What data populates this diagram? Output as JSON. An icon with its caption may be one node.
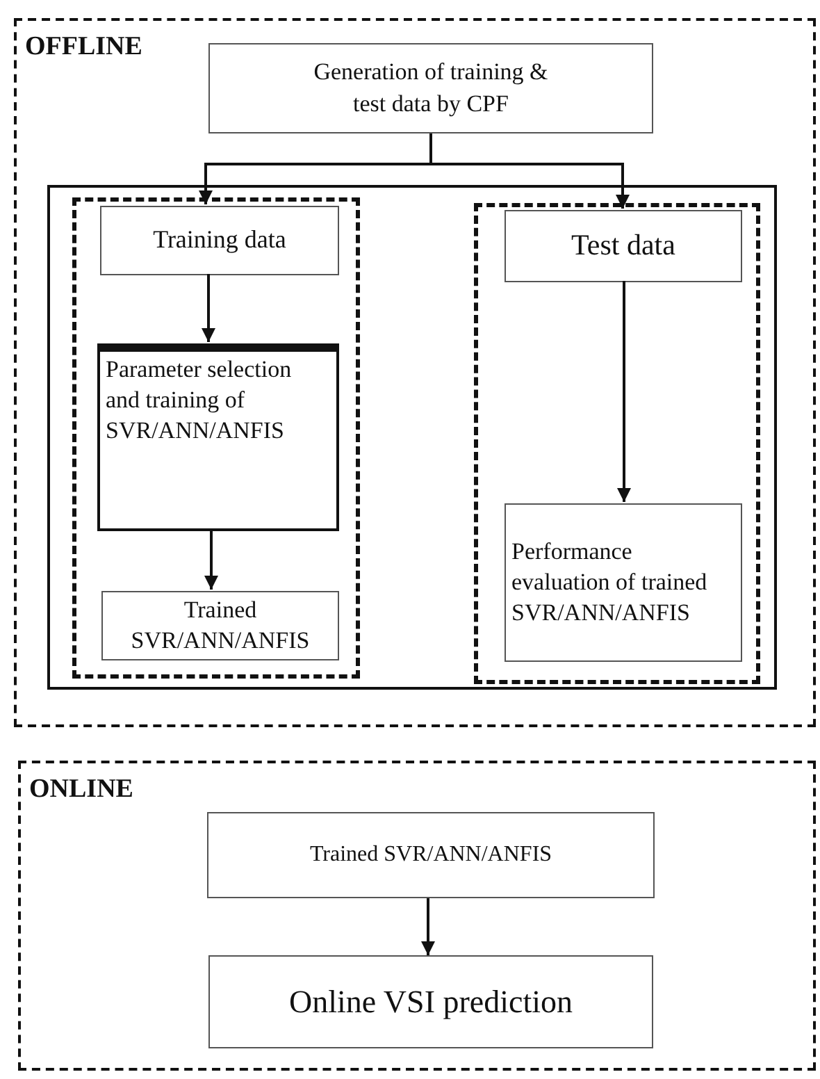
{
  "diagram": {
    "nodes": [
      {
        "text": [
          "OFFLINE"
        ]
      },
      {
        "text": [
          "Generation of training & test data by CPF"
        ],
        "in": 0
      },
      {
        "text": [],
        "shape": "box",
        "in": 0
      },
      {
        "text": [],
        "shape": "box",
        "in": 2
      },
      {
        "text": [
          "Training data"
        ],
        "in": 3
      },
      {
        "text": [
          "Parameter selection and training of SVR/ANN/ANFIS"
        ],
        "in": 3
      },
      {
        "text": [
          "Trained SVR/ANN/ANFIS"
        ],
        "in": 3
      },
      {
        "text": [],
        "shape": "box",
        "in": 2
      },
      {
        "text": [
          "Test data"
        ],
        "in": 7
      },
      {
        "text": [
          "Performance evaluation of trained SVR/ANN/ANFIS"
        ],
        "in": 7
      },
      {
        "text": [
          "ONLINE"
        ]
      },
      {
        "text": [
          "Trained SVR/ANN/ANFIS"
        ],
        "in": 10
      },
      {
        "text": [
          "Online VSI prediction"
        ],
        "in": 10
      }
    ],
    "edges": [
      {
        "from": 1,
        "to": 4,
        "arrow": "to"
      },
      {
        "from": 1,
        "to": 8,
        "arrow": "to"
      },
      {
        "from": 4,
        "to": 5,
        "arrow": "to"
      },
      {
        "from": 5,
        "to": 6,
        "arrow": "to"
      },
      {
        "from": 8,
        "to": 9,
        "arrow": "to"
      },
      {
        "from": 11,
        "to": 12,
        "arrow": "to"
      }
    ]
  }
}
